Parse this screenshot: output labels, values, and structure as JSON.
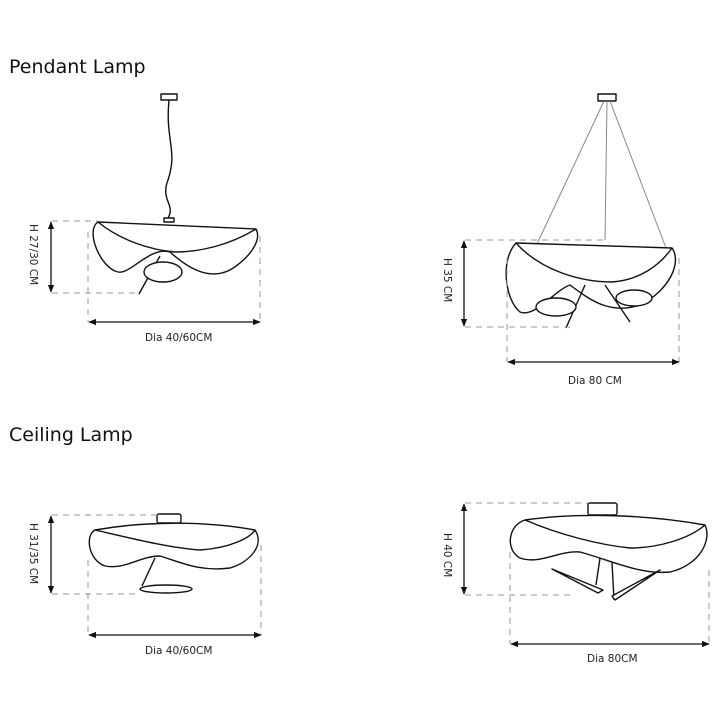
{
  "sections": {
    "pendant": {
      "title": "Pendant Lamp",
      "small": {
        "height": "H 27/30 CM",
        "diameter": "Dia 40/60CM"
      },
      "large": {
        "height": "H 35 CM",
        "diameter": "Dia 80 CM"
      }
    },
    "ceiling": {
      "title": "Ceiling Lamp",
      "small": {
        "height": "H 31/35 CM",
        "diameter": "Dia 40/60CM"
      },
      "large": {
        "height": "H 40 CM",
        "diameter": "Dia 80CM"
      }
    }
  }
}
